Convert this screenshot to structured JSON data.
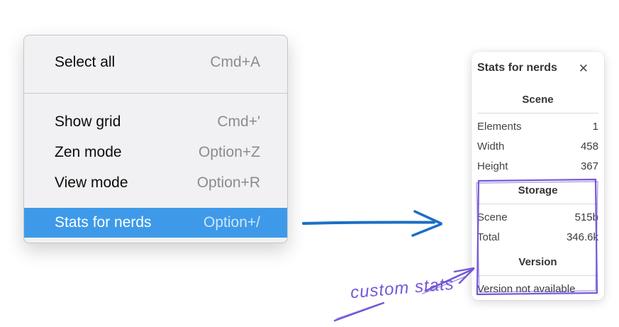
{
  "colors": {
    "highlight": "#3e9ae9",
    "arrow-blue": "#1b6fc4",
    "purple": "#7457d6",
    "menu-bg": "#f1f1f3"
  },
  "menu": {
    "items": [
      {
        "label": "Select all",
        "shortcut": "Cmd+A",
        "highlighted": false
      },
      {
        "label": "Show grid",
        "shortcut": "Cmd+'",
        "highlighted": false
      },
      {
        "label": "Zen mode",
        "shortcut": "Option+Z",
        "highlighted": false
      },
      {
        "label": "View mode",
        "shortcut": "Option+R",
        "highlighted": false
      },
      {
        "label": "Stats for nerds",
        "shortcut": "Option+/",
        "highlighted": true
      }
    ]
  },
  "stats_panel": {
    "title": "Stats for nerds",
    "close_icon": "✕",
    "sections": [
      {
        "heading": "Scene",
        "rows": [
          [
            "Elements",
            "1"
          ],
          [
            "Width",
            "458"
          ],
          [
            "Height",
            "367"
          ]
        ]
      },
      {
        "heading": "Storage",
        "rows": [
          [
            "Scene",
            "515b"
          ],
          [
            "Total",
            "346.6k"
          ]
        ]
      },
      {
        "heading": "Version",
        "note": "Version not available"
      }
    ]
  },
  "annotation": {
    "label": "custom stats"
  }
}
